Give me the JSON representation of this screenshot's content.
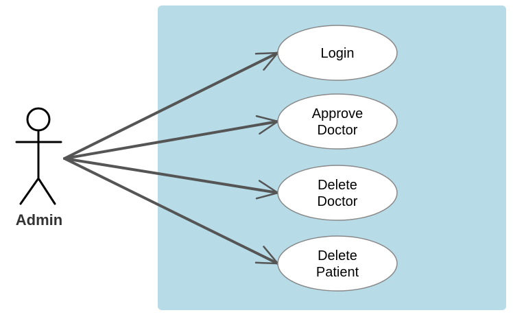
{
  "actor": {
    "name": "Admin"
  },
  "use_cases": [
    {
      "id": "login",
      "lines": [
        "Login"
      ]
    },
    {
      "id": "approve-doctor",
      "lines": [
        "Approve",
        "Doctor"
      ]
    },
    {
      "id": "delete-doctor",
      "lines": [
        "Delete",
        "Doctor"
      ]
    },
    {
      "id": "delete-patient",
      "lines": [
        "Delete",
        "Patient"
      ]
    }
  ],
  "colors": {
    "system_boundary": "#b7dce7",
    "edge": "#555555",
    "ellipse_fill": "#ffffff",
    "ellipse_stroke": "#888888",
    "actor_stroke": "#000000"
  }
}
